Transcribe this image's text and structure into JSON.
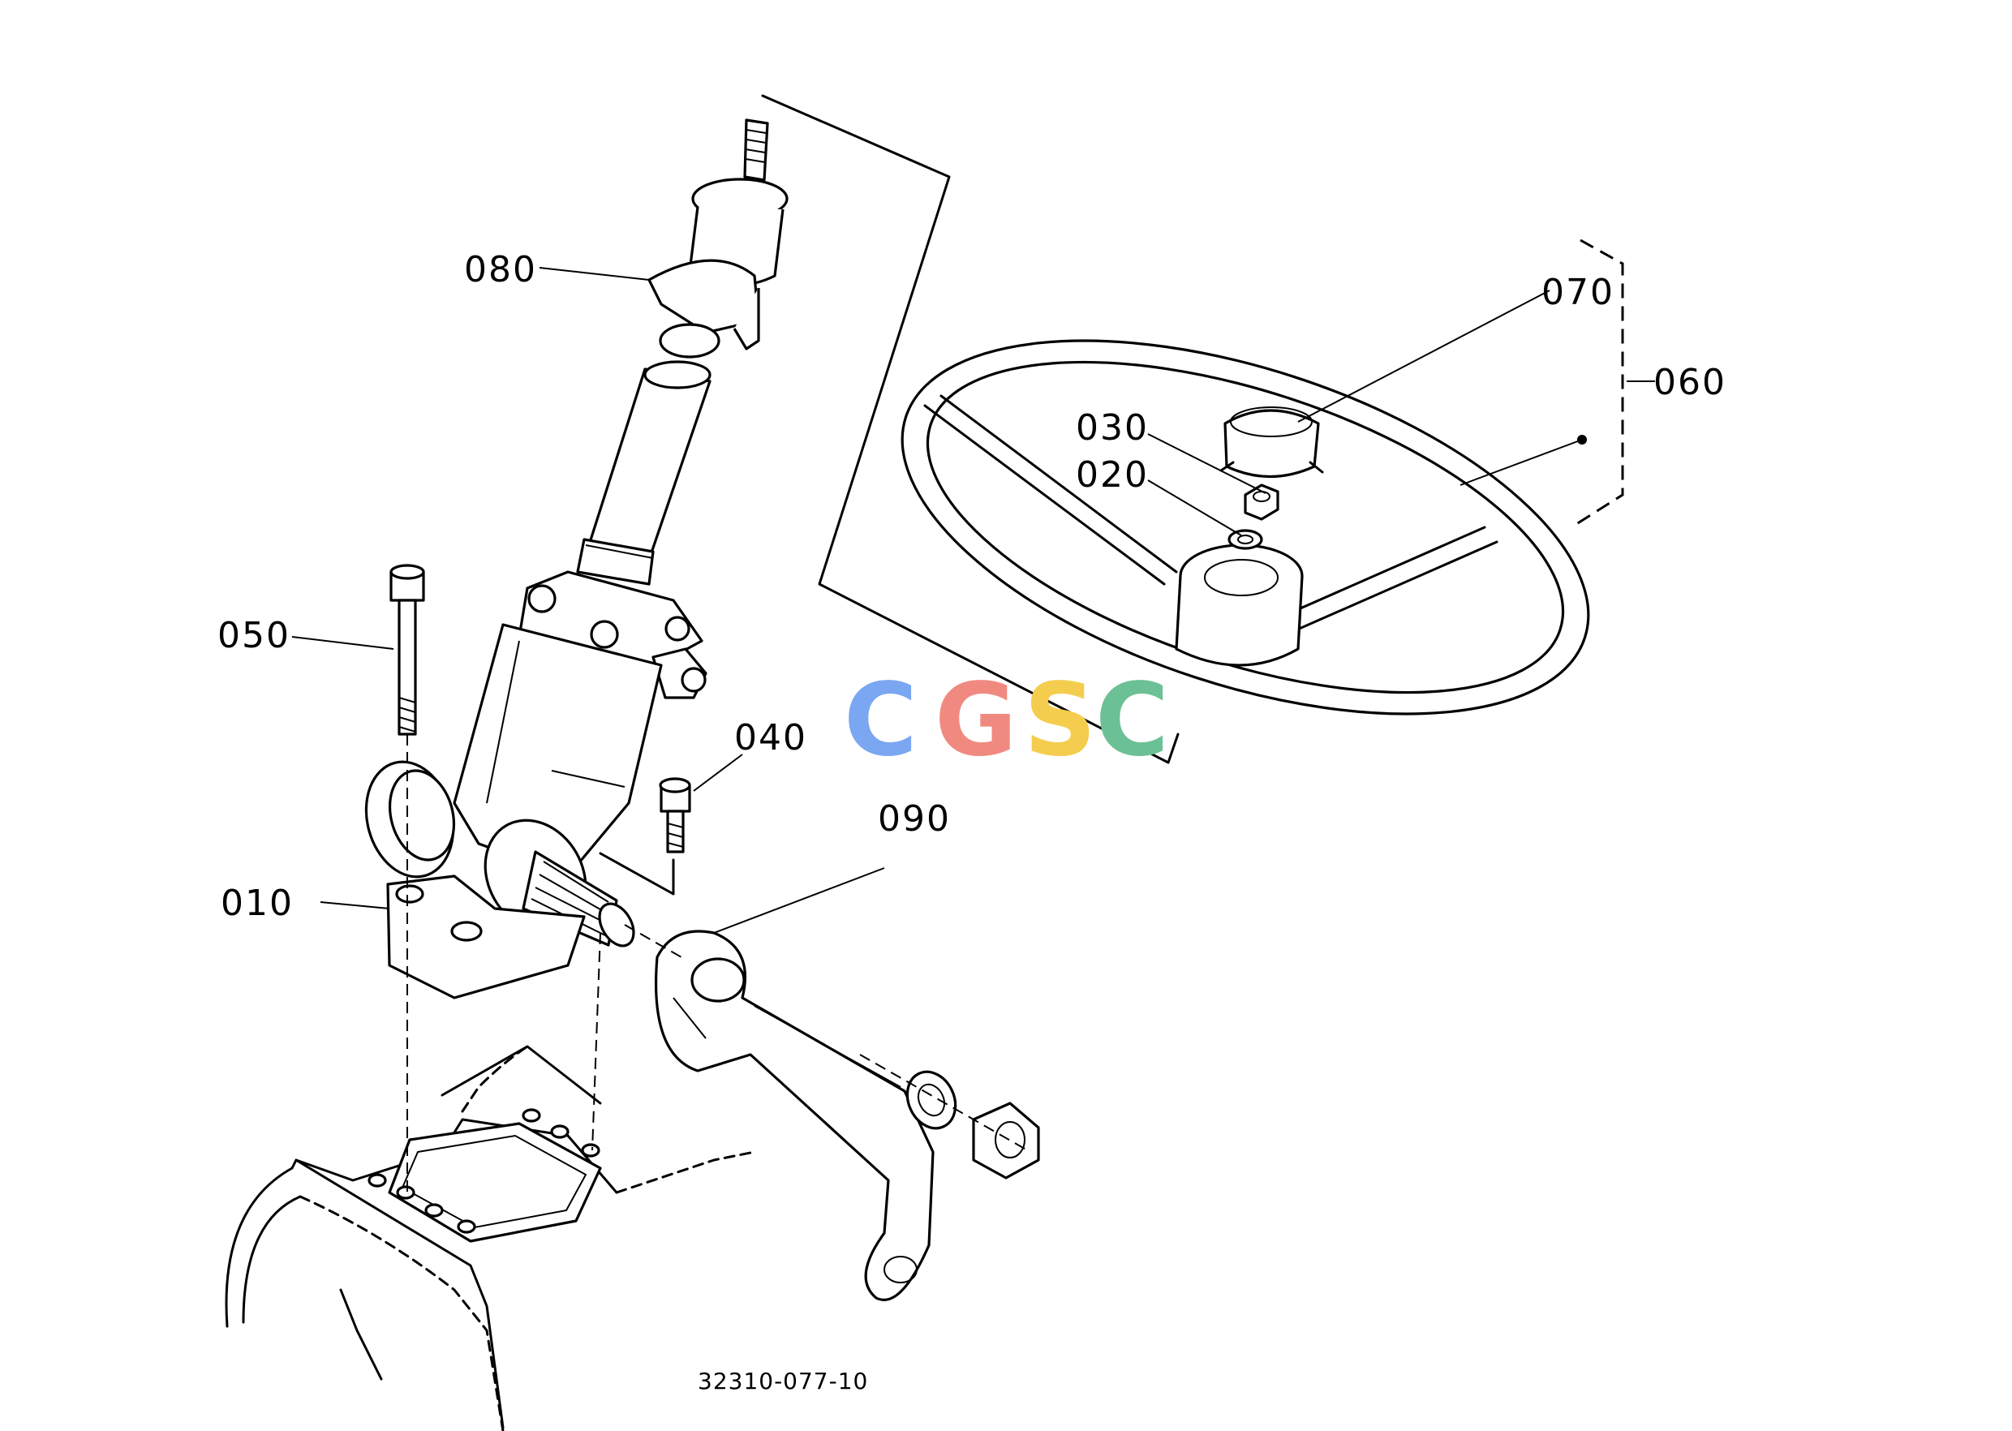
{
  "callouts": [
    {
      "id": "010",
      "text": "010"
    },
    {
      "id": "020",
      "text": "020"
    },
    {
      "id": "030",
      "text": "030"
    },
    {
      "id": "040",
      "text": "040"
    },
    {
      "id": "050",
      "text": "050"
    },
    {
      "id": "060",
      "text": "060"
    },
    {
      "id": "070",
      "text": "070"
    },
    {
      "id": "080",
      "text": "080"
    },
    {
      "id": "090",
      "text": "090"
    }
  ],
  "drawing_code": "32310-077-10",
  "watermark": {
    "letters": [
      "C",
      "G",
      "S",
      "C"
    ],
    "colors": [
      "#7aa6f2",
      "#f08a80",
      "#f5cd4e",
      "#6cc095"
    ]
  }
}
